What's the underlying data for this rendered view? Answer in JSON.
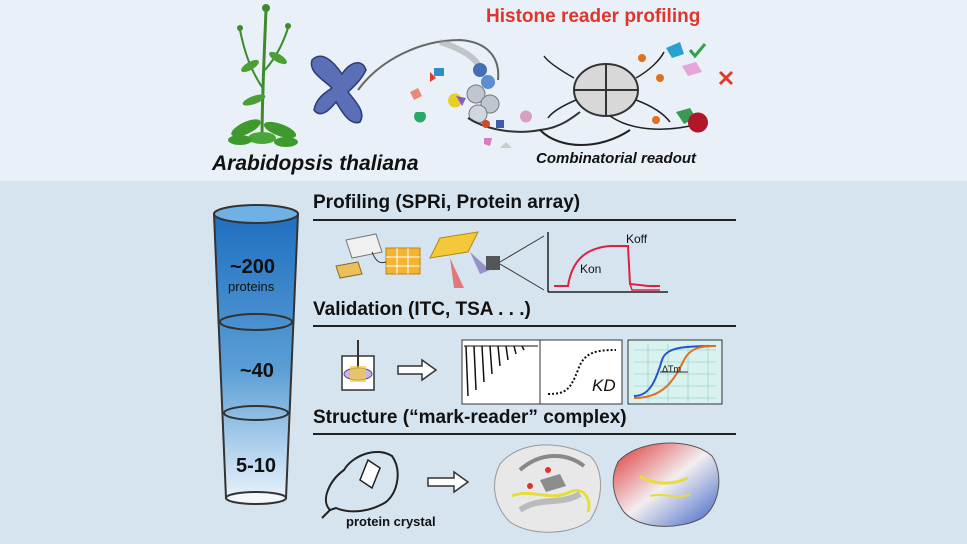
{
  "header": {
    "title": "Histone reader profiling",
    "species": "Arabidopsis thaliana",
    "combinatorial": "Combinatorial readout"
  },
  "funnel": {
    "level1_value": "~200",
    "level1_unit": "proteins",
    "level2_value": "~40",
    "level3_value": "5-10"
  },
  "sections": {
    "profiling": {
      "title": "Profiling (SPRi, Protein array)",
      "kon": "Kon",
      "koff": "Koff"
    },
    "validation": {
      "title": "Validation (ITC, TSA . . .)",
      "kd": "KD",
      "dtm": "ΔTm"
    },
    "structure": {
      "title": "Structure (“mark-reader” complex)",
      "crystal": "protein crystal"
    }
  },
  "colors": {
    "title_red": "#e0352b",
    "funnel_blue": "#2e7fc8",
    "cross_red": "#e23a2a",
    "check_green": "#2da44a"
  }
}
